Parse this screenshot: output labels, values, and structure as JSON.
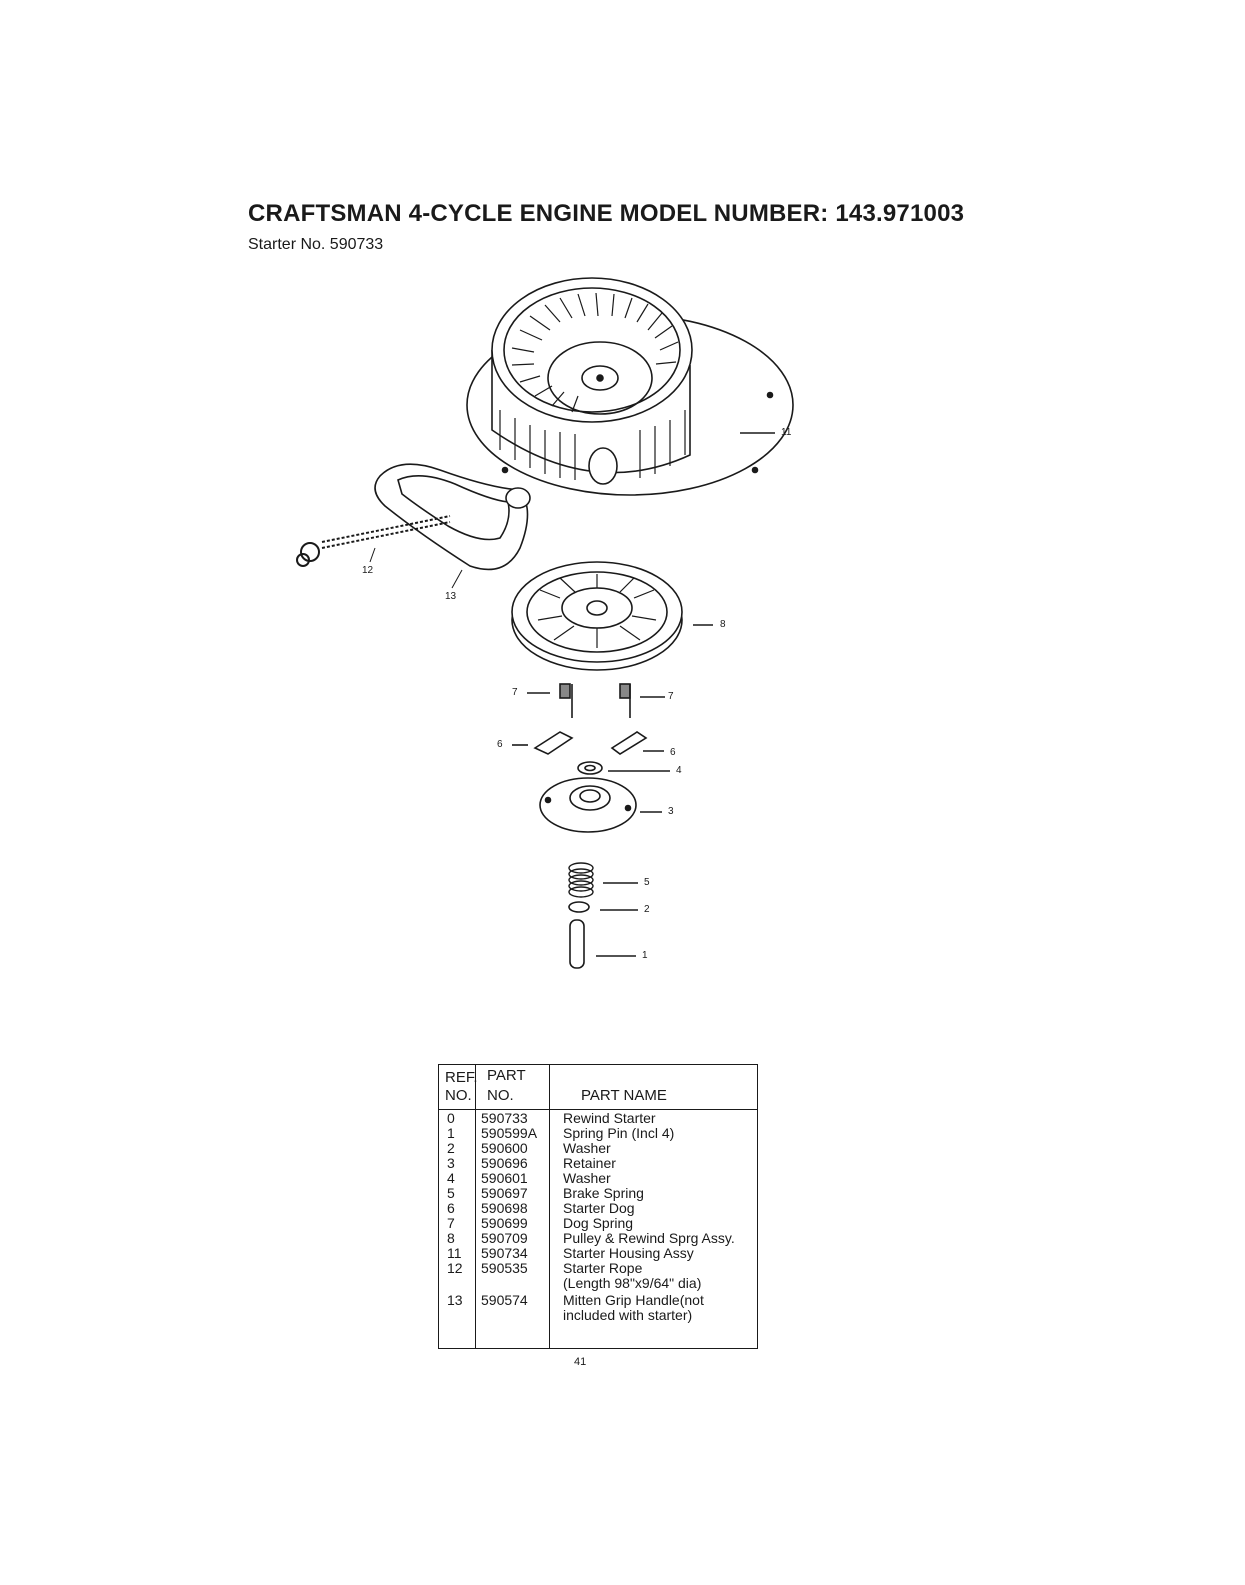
{
  "header": {
    "title": "CRAFTSMAN 4-CYCLE ENGINE MODEL NUMBER: 143.971003",
    "subtitle": "Starter No. 590733"
  },
  "callouts": {
    "c11": "11",
    "c12": "12",
    "c13": "13",
    "c8": "8",
    "c7a": "7",
    "c7b": "7",
    "c6a": "6",
    "c6b": "6",
    "c4": "4",
    "c3": "3",
    "c5": "5",
    "c2": "2",
    "c1": "1"
  },
  "parts_table": {
    "header": {
      "ref_line1": "REF.",
      "ref_line2": "NO.",
      "part_line1": "PART",
      "part_line2": "NO.",
      "name": "PART NAME"
    },
    "rows": [
      {
        "ref": "0",
        "part": "590733",
        "name": "Rewind Starter"
      },
      {
        "ref": "1",
        "part": "590599A",
        "name": "Spring Pin (Incl 4)"
      },
      {
        "ref": "2",
        "part": "590600",
        "name": "Washer"
      },
      {
        "ref": "3",
        "part": "590696",
        "name": "Retainer"
      },
      {
        "ref": "4",
        "part": "590601",
        "name": "Washer"
      },
      {
        "ref": "5",
        "part": "590697",
        "name": "Brake Spring"
      },
      {
        "ref": "6",
        "part": "590698",
        "name": "Starter Dog"
      },
      {
        "ref": "7",
        "part": "590699",
        "name": "Dog Spring"
      },
      {
        "ref": "8",
        "part": "590709",
        "name": "Pulley & Rewind Sprg Assy."
      },
      {
        "ref": "11",
        "part": "590734",
        "name": "Starter Housing Assy"
      },
      {
        "ref": "12",
        "part": "590535",
        "name": "Starter Rope"
      },
      {
        "ref": "",
        "part": "",
        "name": "(Length 98\"x9/64\" dia)"
      },
      {
        "ref": "13",
        "part": "590574",
        "name": "Mitten Grip Handle(not"
      },
      {
        "ref": "",
        "part": "",
        "name": "included with starter)"
      }
    ]
  },
  "page_number": "41"
}
